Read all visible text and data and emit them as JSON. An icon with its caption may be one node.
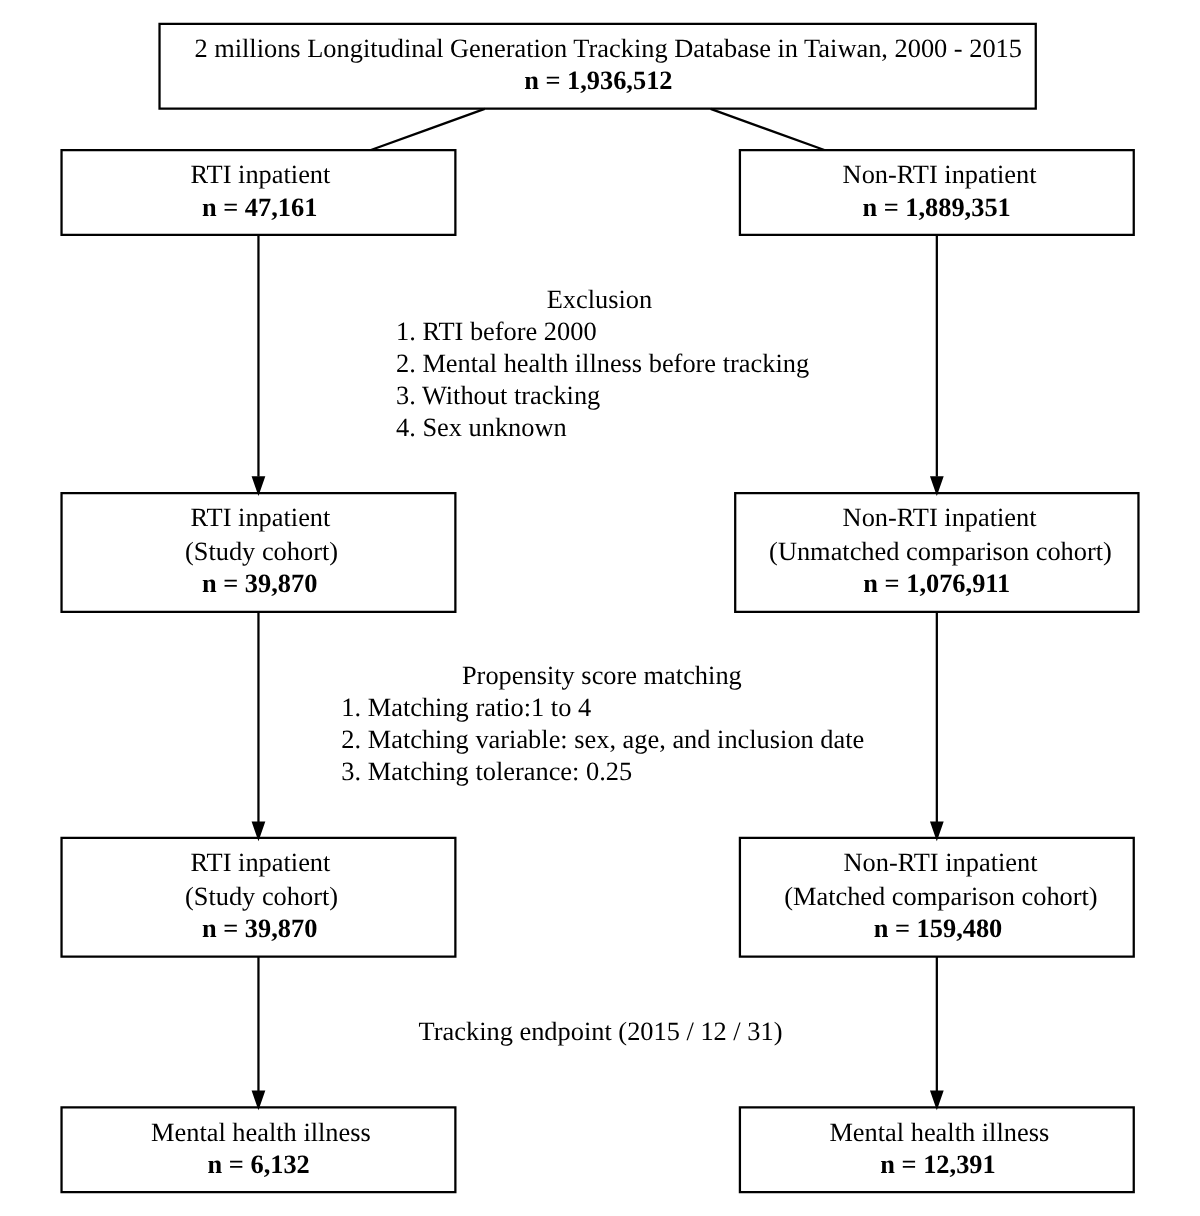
{
  "diagram": {
    "nodes": [
      {
        "text": [
          "2 millions Longitudinal Generation Tracking Database in Taiwan, 2000 - 2015",
          "n = 1,936,512"
        ]
      },
      {
        "text": [
          "RTI inpatient",
          "n = 47,161"
        ]
      },
      {
        "text": [
          "Non-RTI inpatient",
          "n = 1,889,351"
        ]
      },
      {
        "text": [
          "RTI inpatient",
          "(Study cohort)",
          "n = 39,870"
        ]
      },
      {
        "text": [
          "Non-RTI inpatient",
          "(Unmatched comparison cohort)",
          "n = 1,076,911"
        ]
      },
      {
        "text": [
          "RTI inpatient",
          "(Study cohort)",
          "n = 39,870"
        ]
      },
      {
        "text": [
          "Non-RTI inpatient",
          "(Matched comparison cohort)",
          "n = 159,480"
        ]
      },
      {
        "text": [
          "Mental health illness",
          "n = 6,132"
        ]
      },
      {
        "text": [
          "Mental health illness",
          "n = 12,391"
        ]
      }
    ],
    "edges": [
      {
        "from": 0,
        "to": 1,
        "arrow": "none"
      },
      {
        "from": 0,
        "to": 2,
        "arrow": "none"
      },
      {
        "from": 1,
        "to": 3,
        "arrow": "to"
      },
      {
        "from": 2,
        "to": 4,
        "arrow": "to"
      },
      {
        "from": 3,
        "to": 5,
        "arrow": "to"
      },
      {
        "from": 4,
        "to": 6,
        "arrow": "to"
      },
      {
        "from": 5,
        "to": 7,
        "arrow": "to"
      },
      {
        "from": 6,
        "to": 8,
        "arrow": "to"
      }
    ],
    "labels": [
      "Exclusion",
      "1. RTI before 2000",
      "2. Mental health illness before tracking",
      "3. Without tracking",
      "4. Sex unknown",
      "Propensity score matching",
      "1. Matching ratio:1 to 4",
      "2. Matching variable: sex, age, and inclusion date",
      "3. Matching tolerance: 0.25",
      "Tracking endpoint (2015 / 12 / 31)"
    ]
  }
}
